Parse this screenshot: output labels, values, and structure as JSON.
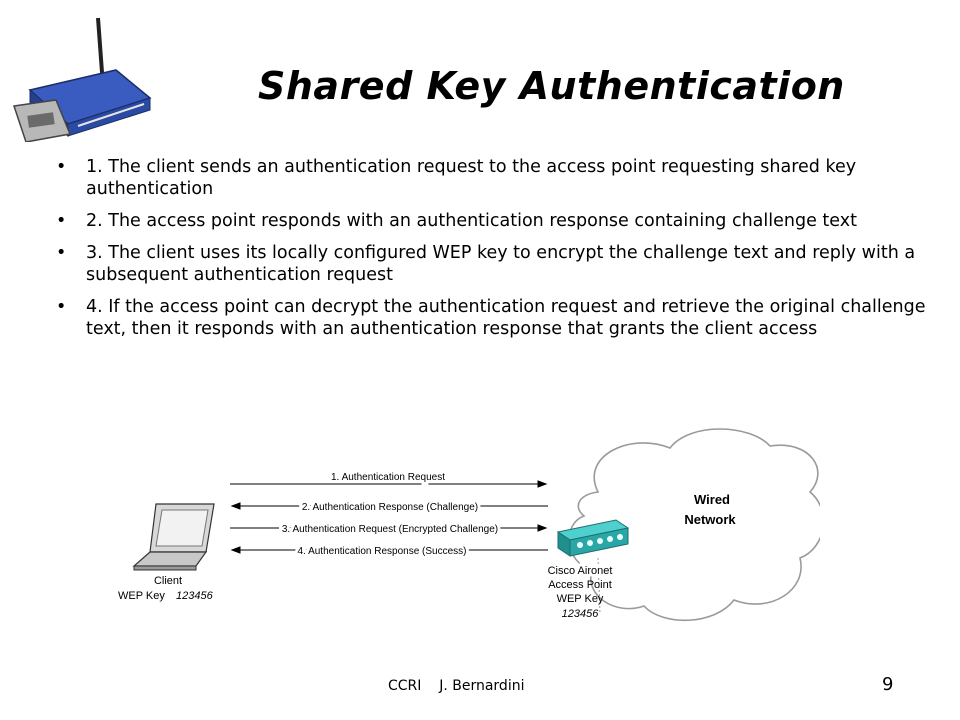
{
  "slide": {
    "title": "Shared Key Authentication",
    "bullet_symbol": "•",
    "bullets": [
      "1. The client sends an authentication request to the access point requesting shared key authentication",
      "2. The access point responds with an authentication response containing challenge text",
      "3. The client uses its locally configured WEP key to encrypt the challenge text and reply with a subsequent authentication request",
      "4. If the access point can decrypt the authentication request and retrieve the original challenge text, then it responds with an authentication response that grants the client access"
    ],
    "footer": "CCRI    J. Bernardini",
    "page_number": "9"
  },
  "diagram": {
    "messages": [
      "1. Authentication Request",
      "2. Authentication Response (Challenge)",
      "3. Authentication Request (Encrypted Challenge)",
      "4. Authentication Response (Success)"
    ],
    "client": {
      "line1": "Client",
      "line2_label": "WEP Key",
      "line2_key": "123456"
    },
    "access_point": {
      "line1": "Cisco Aironet",
      "line2": "Access Point",
      "line3": "WEP Key",
      "line4": "123456"
    },
    "network": {
      "line1": "Wired",
      "line2": "Network"
    }
  },
  "colors": {
    "router_blue": "#2f4fa8",
    "ap_teal": "#2aa6a6",
    "cloud_outline": "#9a9a9a"
  }
}
